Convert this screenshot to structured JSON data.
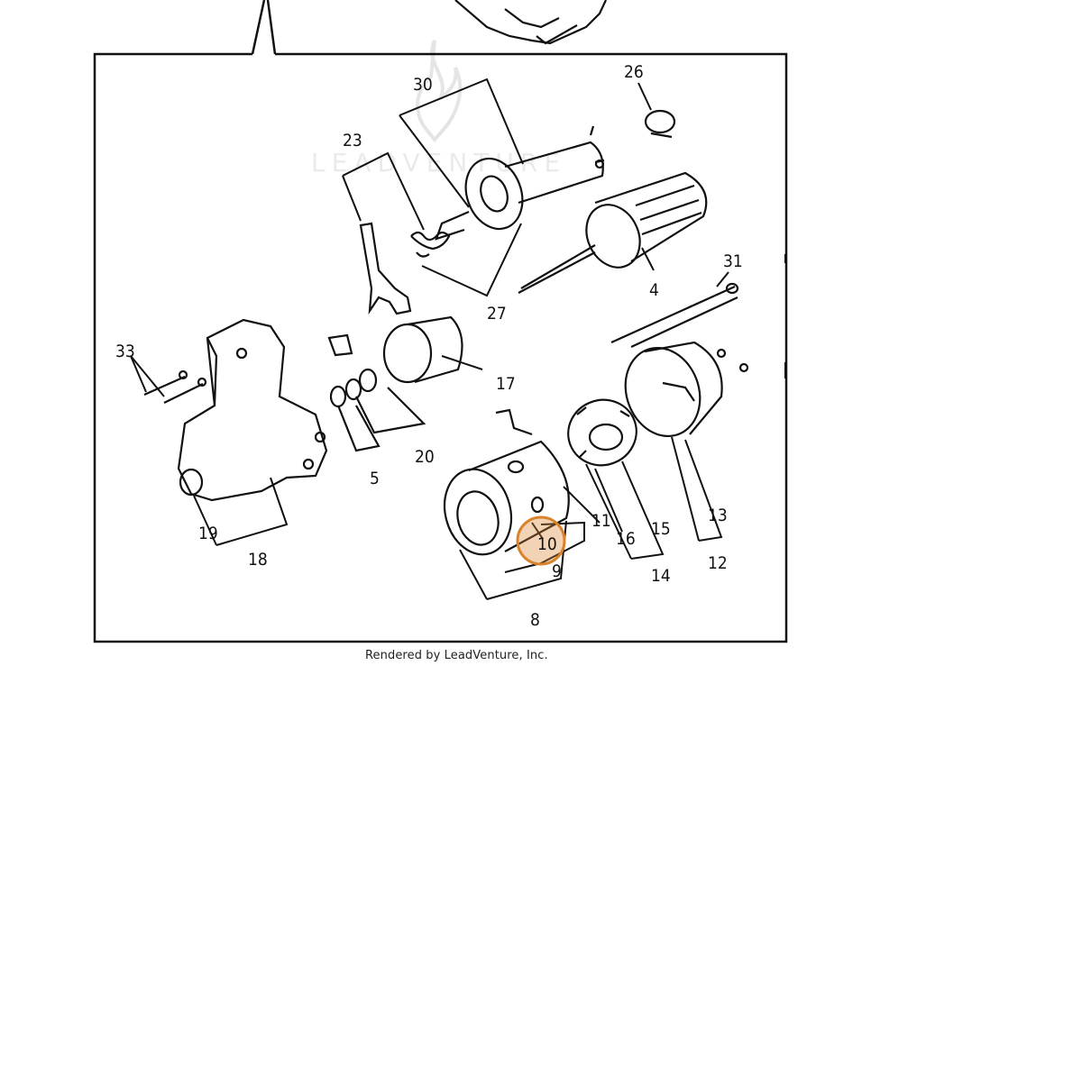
{
  "diagram": {
    "watermark_text": "LEADVENTURE",
    "caption": "Rendered by LeadVenture, Inc.",
    "highlight_color": "#d9822b",
    "selected_callout": "10",
    "callouts": {
      "c30": "30",
      "c26": "26",
      "c23": "23",
      "c27": "27",
      "c4": "4",
      "c31": "31",
      "c33": "33",
      "c17": "17",
      "c20": "20",
      "c5": "5",
      "c19": "19",
      "c18": "18",
      "c11": "11",
      "c16": "16",
      "c15": "15",
      "c13": "13",
      "c10": "10",
      "c9": "9",
      "c14": "14",
      "c12": "12",
      "c8": "8"
    }
  }
}
